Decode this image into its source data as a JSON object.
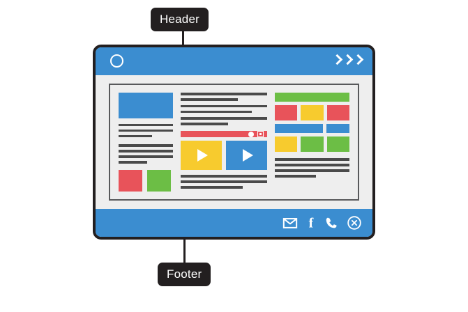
{
  "callouts": {
    "header_label": "Header",
    "footer_label": "Footer"
  },
  "browser": {
    "header": {
      "logo_icon": "circle-logo-icon",
      "nav_icon": "triple-chevron-right-icon",
      "chevron_count": 3,
      "background_color": "#3b8dd0"
    },
    "footer": {
      "background_color": "#3b8dd0",
      "icons": [
        {
          "name": "mail-icon",
          "glyph": "envelope"
        },
        {
          "name": "facebook-icon",
          "glyph": "f"
        },
        {
          "name": "phone-icon",
          "glyph": "handset"
        },
        {
          "name": "close-circle-icon",
          "glyph": "x-circle"
        }
      ]
    },
    "frame_color": "#231f20",
    "page_background": "#eeeeee"
  },
  "palette": {
    "blue": "#3b8dd0",
    "red": "#e8535a",
    "yellow": "#f7cb2e",
    "green": "#6cbe45",
    "text_line": "#4a4a4a",
    "panel_border": "#58595b",
    "callout_bg": "#231f20"
  },
  "content": {
    "left_column": {
      "hero_image": {
        "name": "hero-image-placeholder",
        "color": "#3b8dd0"
      },
      "text_group_1": [
        100,
        100,
        62
      ],
      "text_group_2": [
        100,
        100,
        100,
        52
      ],
      "thumbnails": [
        {
          "name": "thumbnail-red",
          "color": "#e8535a"
        },
        {
          "name": "thumbnail-green",
          "color": "#6cbe45"
        }
      ]
    },
    "middle_column": {
      "text_group_1": [
        100,
        66
      ],
      "text_group_2": [
        100,
        82
      ],
      "text_group_3": [
        100,
        55
      ],
      "media_bar": {
        "name": "media-control-bar",
        "color": "#e8535a",
        "controls": [
          "record-dot-icon",
          "stop-square-icon"
        ]
      },
      "videos": [
        {
          "name": "video-thumbnail-yellow",
          "color": "#f7cb2e",
          "icon": "play-icon"
        },
        {
          "name": "video-thumbnail-blue",
          "color": "#3b8dd0",
          "icon": "play-icon"
        }
      ],
      "text_group_4": [
        100,
        100,
        72
      ]
    },
    "right_column": {
      "grid_rows": [
        [
          {
            "color": "#6cbe45",
            "flex": 1,
            "wide": true
          }
        ],
        [
          {
            "color": "#e8535a",
            "flex": 1
          },
          {
            "color": "#f7cb2e",
            "flex": 1
          },
          {
            "color": "#e8535a",
            "flex": 1
          }
        ],
        [
          {
            "color": "#3b8dd0",
            "flex": 2.1,
            "wide": true
          },
          {
            "color": "#3b8dd0",
            "flex": 1,
            "wide": true
          }
        ],
        [
          {
            "color": "#f7cb2e",
            "flex": 1
          },
          {
            "color": "#6cbe45",
            "flex": 1
          },
          {
            "color": "#6cbe45",
            "flex": 1
          }
        ]
      ],
      "text_lines": [
        100,
        100,
        100,
        55
      ]
    }
  }
}
